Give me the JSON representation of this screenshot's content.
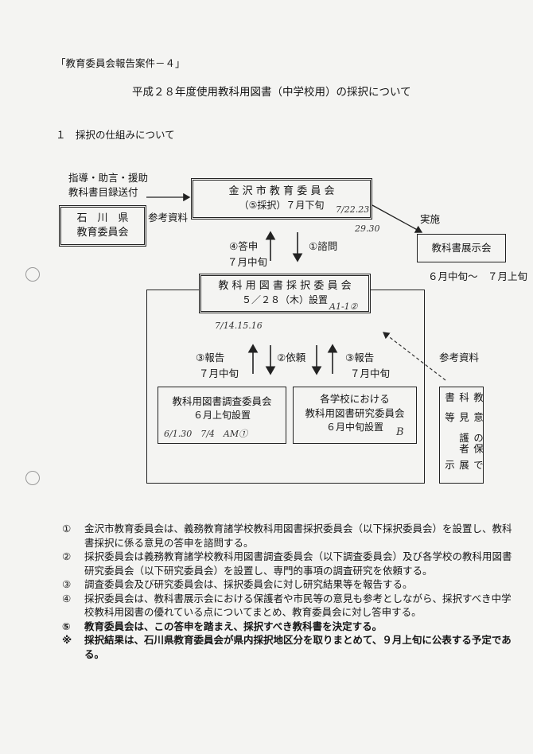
{
  "header": {
    "case_label": "「教育委員会報告案件－４」",
    "title": "平成２８年度使用教科用図書（中学校用）の採択について",
    "section": "１　採択の仕組みについて"
  },
  "diagram": {
    "guidance_line1": "指導・助言・援助",
    "guidance_line2": "教科書目録送付",
    "ishikawa_line1": "石　川　県",
    "ishikawa_line2": "教育委員会",
    "reference_left": "参考資料",
    "board_title": "金 沢 市 教 育 委 員 会",
    "board_sub": "（⑤採択）７月下旬",
    "board_hand_date": "7/22.23",
    "board_hand_date2": "29.30",
    "implement": "実施",
    "exhibition": "教科書展示会",
    "exhibition_period": "６月中旬～　７月上旬",
    "answer": "④答申",
    "answer_date": "７月中旬",
    "inquiry": "①諮問",
    "selection_title": "教 科 用 図 書 採 択 委 員 会",
    "selection_sub": "５／２８（木）設置",
    "selection_hand": "A1-1②",
    "selection_hand_dates": "7/14.15.16",
    "report_left": "③報告",
    "report_left_date": "７月中旬",
    "request": "②依頼",
    "report_right": "③報告",
    "report_right_date": "７月中旬",
    "reference_right": "参考資料",
    "survey_title": "教科用図書調査委員会",
    "survey_sub": "６月上旬設置",
    "survey_hand": "6/1.30　7/4　AM①",
    "research_line1": "各学校における",
    "research_line2": "教科用図書研究委員会",
    "research_sub": "６月中旬設置",
    "research_hand": "B",
    "vertical_col1": "教科書",
    "vertical_col2": "意見等",
    "vertical_col3": "の保護者",
    "vertical_col4": "で展示"
  },
  "notes": [
    {
      "marker": "①",
      "text": "金沢市教育委員会は、義務教育諸学校教科用図書採択委員会（以下採択委員会）を設置し、教科書採択に係る意見の答申を諮問する。"
    },
    {
      "marker": "②",
      "text": "採択委員会は義務教育諸学校教科用図書調査委員会（以下調査委員会）及び各学校の教科用図書研究委員会（以下研究委員会）を設置し、専門的事項の調査研究を依頼する。"
    },
    {
      "marker": "③",
      "text": "調査委員会及び研究委員会は、採択委員会に対し研究結果等を報告する。"
    },
    {
      "marker": "④",
      "text": "採択委員会は、教科書展示会における保護者や市民等の意見も参考としながら、採択すべき中学校教科用図書の優れている点についてまとめ、教育委員会に対し答申する。"
    },
    {
      "marker": "⑤",
      "text": "教育委員会は、この答申を踏まえ、採択すべき教科書を決定する。"
    },
    {
      "marker": "※",
      "text": "採択結果は、石川県教育委員会が県内採択地区分を取りまとめて、９月上旬に公表する予定である。"
    }
  ]
}
